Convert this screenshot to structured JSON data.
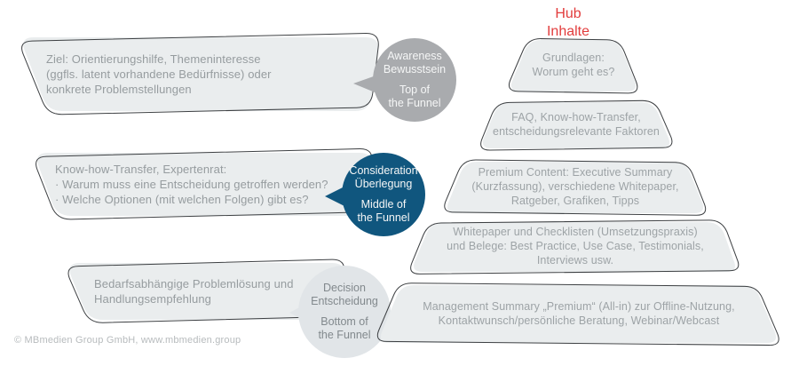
{
  "diagram": {
    "title": "Hub\nInhalte",
    "stages": [
      {
        "bubble_text": "Ziel: Orientierungshilfe, Themeninteresse\n(ggfls. latent vorhandene Bedürfnisse) oder\nkonkrete Problemstellungen",
        "stage_label": "Awareness\nBewusstsein",
        "funnel_position": "Top of\nthe Funnel"
      },
      {
        "bubble_text": "Know-how-Transfer, Expertenrat:\n· Warum muss eine Entscheidung getroffen werden?\n· Welche Optionen (mit welchen Folgen) gibt es?",
        "stage_label": "Consideration\nÜberlegung",
        "funnel_position": "Middle of\nthe Funnel"
      },
      {
        "bubble_text": "Bedarfsabhängige Problemlösung und\nHandlungsempfehlung",
        "stage_label": "Decision\nEntscheidung",
        "funnel_position": "Bottom of\nthe Funnel"
      }
    ],
    "pyramid_levels": [
      {
        "text": "Grundlagen:\nWorum geht es?"
      },
      {
        "text": "FAQ, Know-how-Transfer,\nentscheidungsrelevante Faktoren"
      },
      {
        "text": "Premium Content: Executive Summary\n(Kurzfassung), verschiedene Whitepaper,\nRatgeber, Grafiken, Tipps"
      },
      {
        "text": "Whitepaper und Checklisten (Umsetzungspraxis)\nund Belege: Best Practice, Use Case, Testimonials,\nInterviews usw."
      },
      {
        "text": "Management Summary „Premium“ (All-in) zur Offline-Nutzung,\nKontaktwunsch/persönliche Beratung, Webinar/Webcast"
      }
    ],
    "footer": "© MBmedien Group GmbH, www.mbmedien.group",
    "colors": {
      "accent_red": "#e23c3c",
      "awareness_gray": "#a9abae",
      "consideration_blue": "#10567e",
      "decision_light": "#e1e5e8",
      "shape_fill": "#eaedee",
      "outline": "#3d4043",
      "text_gray": "#9aa0a3"
    }
  }
}
